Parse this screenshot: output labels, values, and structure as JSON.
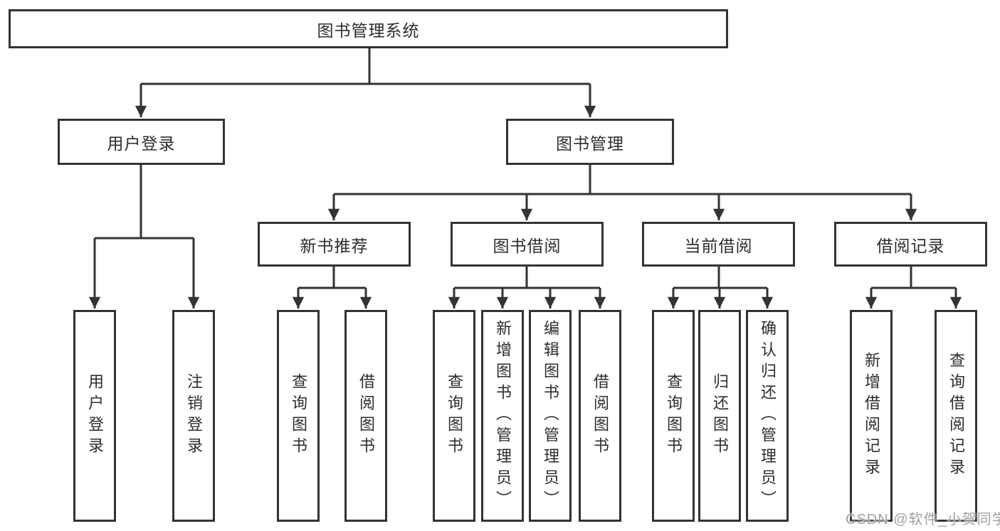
{
  "page": {
    "background": "#ffffff",
    "line_color": "#333333",
    "box_border_color": "#333333",
    "text_color": "#2d2d2d",
    "watermark_color": "#969696"
  },
  "tree": {
    "label": "图书管理系统",
    "children": [
      {
        "label": "用户登录",
        "children": [
          {
            "label": "用户登录"
          },
          {
            "label": "注销登录"
          }
        ]
      },
      {
        "label": "图书管理",
        "children": [
          {
            "label": "新书推荐",
            "children": [
              {
                "label": "查询图书"
              },
              {
                "label": "借阅图书"
              }
            ]
          },
          {
            "label": "图书借阅",
            "children": [
              {
                "label": "查询图书"
              },
              {
                "label": "新增图书（管理员）"
              },
              {
                "label": "编辑图书（管理员）"
              },
              {
                "label": "借阅图书"
              }
            ]
          },
          {
            "label": "当前借阅",
            "children": [
              {
                "label": "查询图书"
              },
              {
                "label": "归还图书"
              },
              {
                "label": "确认归还（管理员）"
              }
            ]
          },
          {
            "label": "借阅记录",
            "children": [
              {
                "label": "新增借阅记录"
              },
              {
                "label": "查询借阅记录"
              }
            ]
          }
        ]
      }
    ]
  },
  "watermark": {
    "text": "CSDN @软件_小贺同学"
  }
}
